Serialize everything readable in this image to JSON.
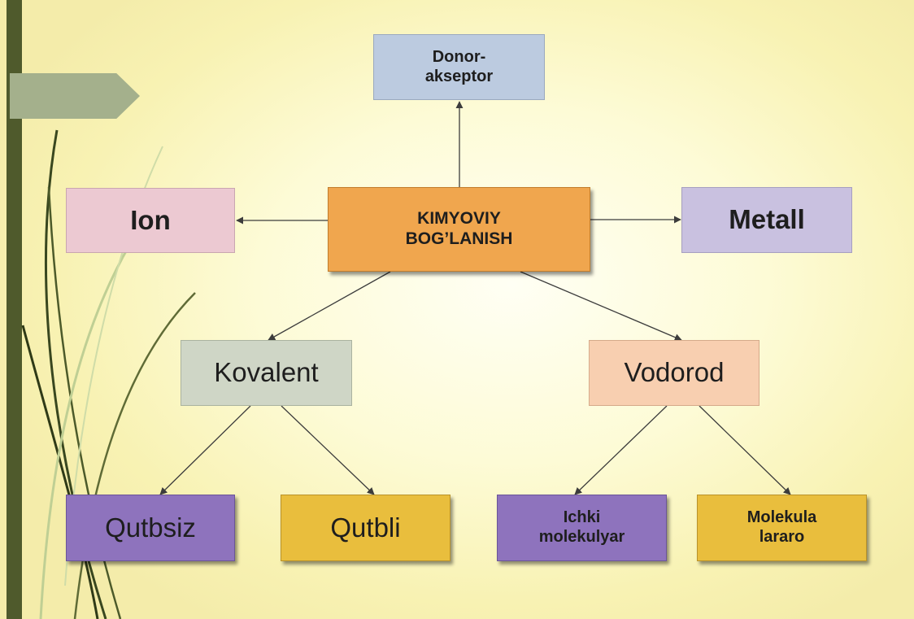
{
  "diagram": {
    "root": "KIMYOVIY\nBOG’LANISH",
    "nodes": {
      "donor": "Donor-\nakseptor",
      "ion": "Ion",
      "metall": "Metall",
      "kovalent": "Kovalent",
      "vodorod": "Vodorod",
      "qutbsiz": "Qutbsiz",
      "qutbli": "Qutbli",
      "ichki": "Ichki\nmolekulyar",
      "molekula": "Molekula\nlararo"
    },
    "edges": [
      [
        "root",
        "donor"
      ],
      [
        "root",
        "ion"
      ],
      [
        "root",
        "metall"
      ],
      [
        "root",
        "kovalent"
      ],
      [
        "root",
        "vodorod"
      ],
      [
        "kovalent",
        "qutbsiz"
      ],
      [
        "kovalent",
        "qutbli"
      ],
      [
        "vodorod",
        "ichki"
      ],
      [
        "vodorod",
        "molekula"
      ]
    ]
  },
  "colors": {
    "root": "#f0a64e",
    "donor": "#bccbe0",
    "ion": "#ecc9d2",
    "metall": "#c9c1e0",
    "kovalent": "#cfd6c6",
    "vodorod": "#f8cfb0",
    "purple_box": "#8e73bd",
    "gold_box": "#e9be3d",
    "accent_bar": "#4f5a2c",
    "accent_tab": "#a4b08c",
    "connector": "#3c3c3c"
  }
}
